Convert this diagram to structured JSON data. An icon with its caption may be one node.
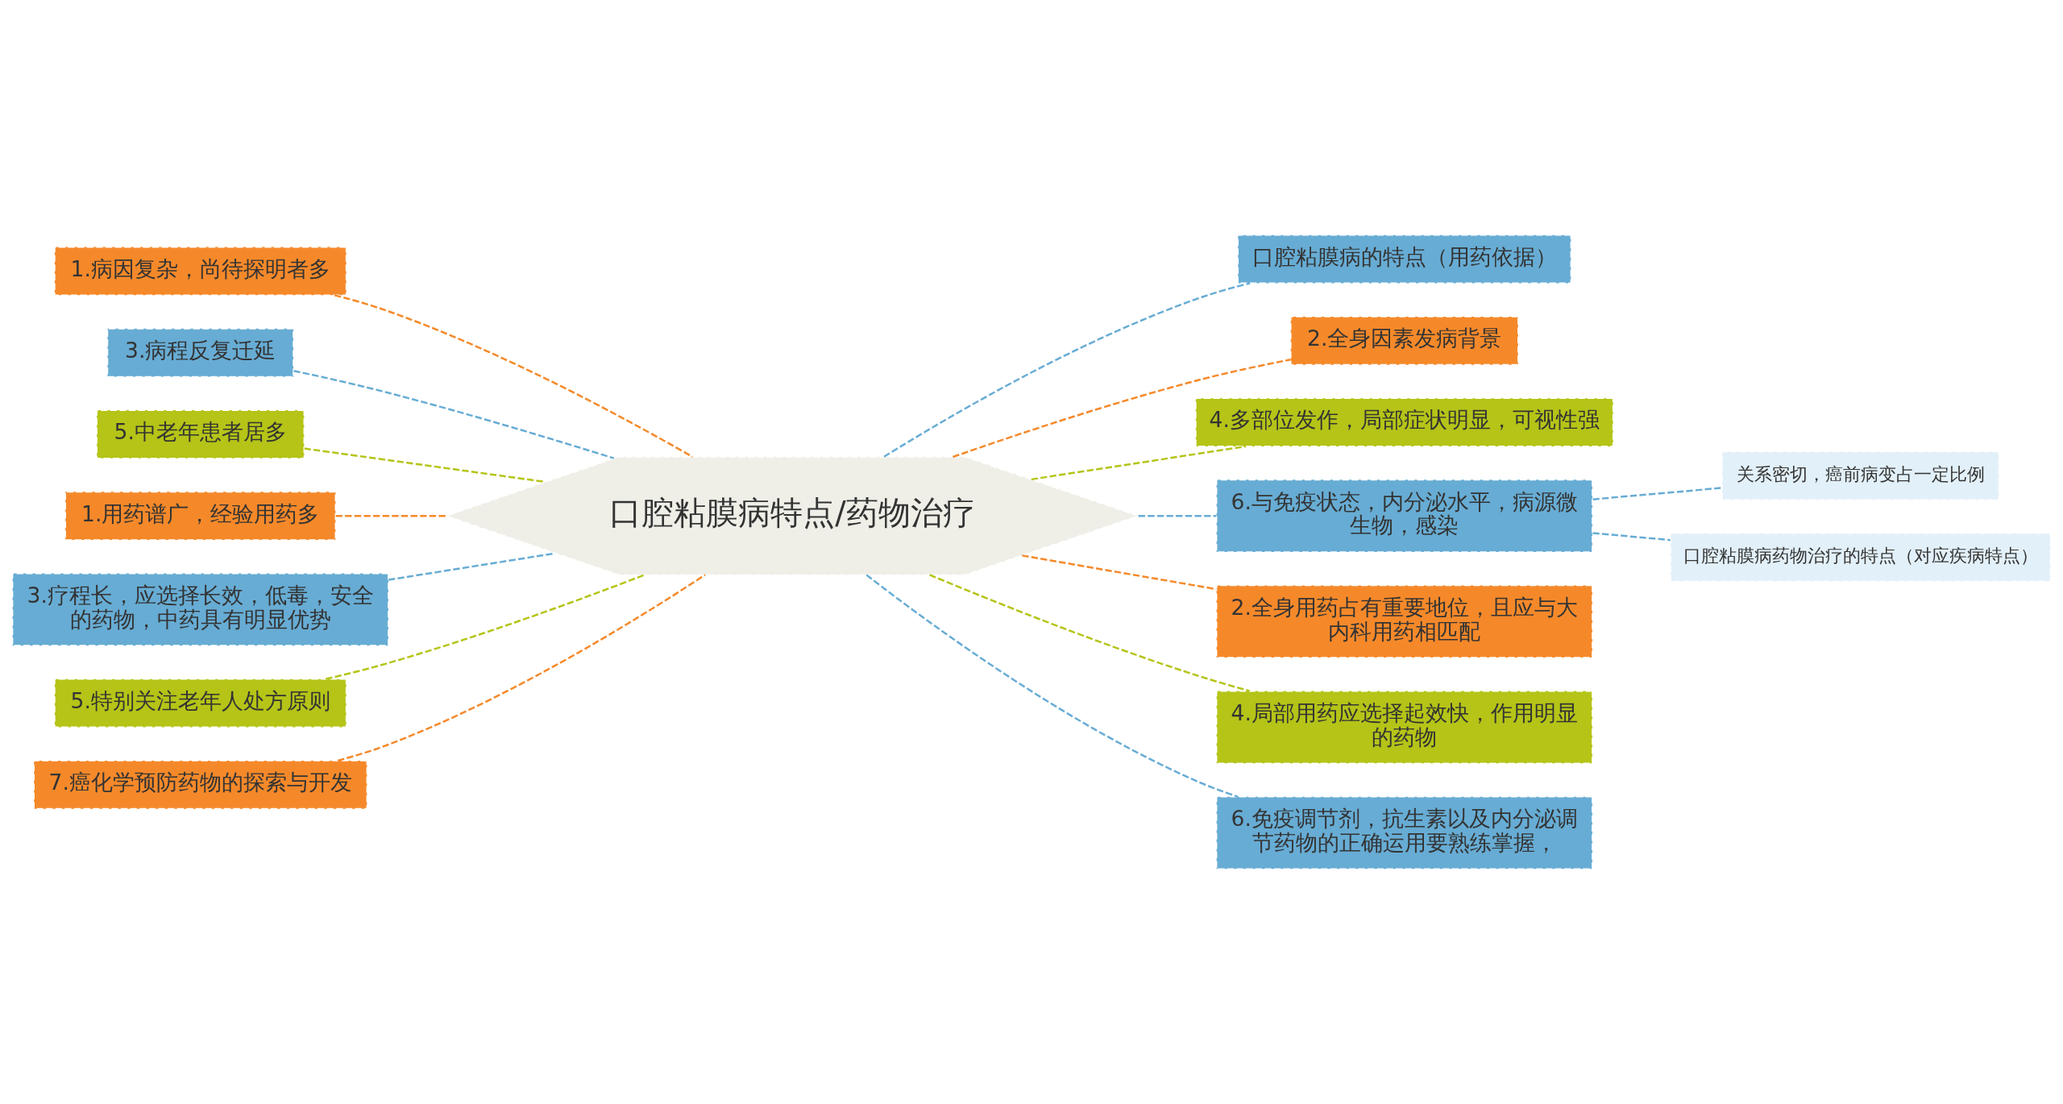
{
  "diagram": {
    "nodes": [
      {
        "text": [
          "口腔粘膜病特点/药物治疗"
        ]
      },
      {
        "text": [
          "1.病因复杂，尚待探明者多"
        ]
      },
      {
        "text": [
          "3.病程反复迁延"
        ]
      },
      {
        "text": [
          "5.中老年患者居多"
        ]
      },
      {
        "text": [
          "1.用药谱广，经验用药多"
        ]
      },
      {
        "text": [
          "3.疗程长，应选择长效，低毒，安全的药物，中药具有明显优势"
        ]
      },
      {
        "text": [
          "5.特别关注老年人处方原则"
        ]
      },
      {
        "text": [
          "7.癌化学预防药物的探索与开发"
        ]
      },
      {
        "text": [
          "口腔粘膜病的特点（用药依据）"
        ]
      },
      {
        "text": [
          "2.全身因素发病背景"
        ]
      },
      {
        "text": [
          "4.多部位发作，局部症状明显，可视性强"
        ]
      },
      {
        "text": [
          "6.与免疫状态，内分泌水平，病源微生物，感染"
        ]
      },
      {
        "text": [
          "2.全身用药占有重要地位，且应与大内科用药相匹配"
        ]
      },
      {
        "text": [
          "4.局部用药应选择起效快，作用明显的药物"
        ]
      },
      {
        "text": [
          "6.免疫调节剂，抗生素以及内分泌调节药物的正确运用要熟练掌握，"
        ]
      },
      {
        "text": [
          "关系密切，癌前病变占一定比例"
        ]
      },
      {
        "text": [
          "口腔粘膜病药物治疗的特点（对应疾病特点）"
        ]
      }
    ],
    "edges": [
      {
        "from": 0,
        "to": 1,
        "arrow": "none",
        "style": "dashed",
        "color": "#f5892a"
      },
      {
        "from": 0,
        "to": 2,
        "arrow": "none",
        "style": "dashed"
      },
      {
        "from": 0,
        "to": 3,
        "arrow": "none",
        "style": "dashed",
        "color": "#b5c417"
      },
      {
        "from": 0,
        "to": 4,
        "arrow": "none",
        "style": "dashed",
        "color": "#f5892a"
      },
      {
        "from": 0,
        "to": 5,
        "arrow": "none",
        "style": "dashed"
      },
      {
        "from": 0,
        "to": 6,
        "arrow": "none",
        "style": "dashed",
        "color": "#b5c417"
      },
      {
        "from": 0,
        "to": 7,
        "arrow": "none",
        "style": "dashed",
        "color": "#f5892a"
      },
      {
        "from": 0,
        "to": 8,
        "arrow": "none",
        "style": "dashed"
      },
      {
        "from": 0,
        "to": 9,
        "arrow": "none",
        "style": "dashed",
        "color": "#f5892a"
      },
      {
        "from": 0,
        "to": 10,
        "arrow": "none",
        "style": "dashed",
        "color": "#b5c417"
      },
      {
        "from": 0,
        "to": 11,
        "arrow": "none",
        "style": "dashed"
      },
      {
        "from": 0,
        "to": 12,
        "arrow": "none",
        "style": "dashed",
        "color": "#f5892a"
      },
      {
        "from": 0,
        "to": 13,
        "arrow": "none",
        "style": "dashed",
        "color": "#b5c417"
      },
      {
        "from": 0,
        "to": 14,
        "arrow": "none",
        "style": "dashed"
      },
      {
        "from": 11,
        "to": 15,
        "arrow": "none",
        "style": "dashed"
      },
      {
        "from": 11,
        "to": 16,
        "arrow": "none",
        "style": "dashed"
      }
    ]
  }
}
